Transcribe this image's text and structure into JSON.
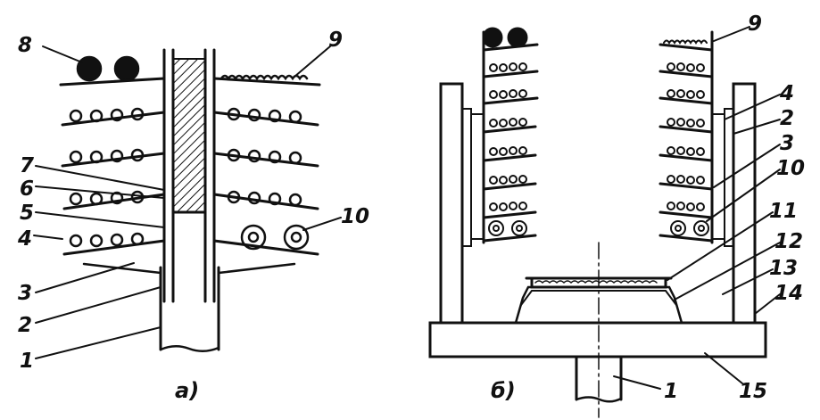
{
  "figure_a": {
    "caption": "а)",
    "labels": [
      "8",
      "9",
      "7",
      "6",
      "5",
      "4",
      "3",
      "2",
      "1",
      "10"
    ]
  },
  "figure_b": {
    "caption": "б)",
    "labels": [
      "9",
      "4",
      "2",
      "3",
      "10",
      "11",
      "12",
      "13",
      "14",
      "15",
      "1"
    ]
  },
  "colors": {
    "ink": "#111111",
    "paper": "#ffffff"
  }
}
